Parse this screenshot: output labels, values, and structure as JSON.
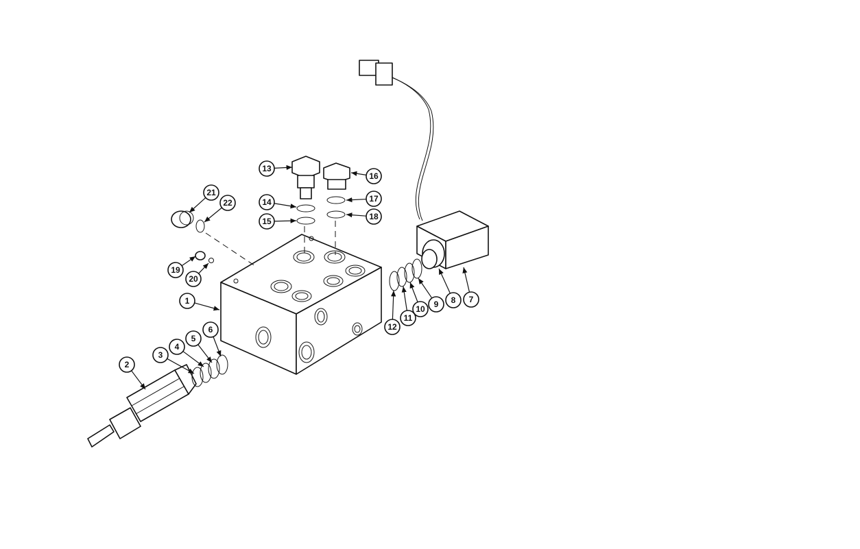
{
  "title": "Valve block assembly exploded view",
  "callouts": [
    "1",
    "2",
    "3",
    "4",
    "5",
    "6",
    "7",
    "8",
    "9",
    "10",
    "11",
    "12",
    "13",
    "14",
    "15",
    "16",
    "17",
    "18",
    "19",
    "20",
    "21",
    "22"
  ],
  "parts": {
    "1": "valve-block",
    "2": "relief-valve",
    "3": "o-ring",
    "4": "o-ring",
    "5": "o-ring",
    "6": "o-ring",
    "7": "solenoid-coil",
    "8": "solenoid-cartridge",
    "9": "o-ring",
    "10": "o-ring",
    "11": "o-ring",
    "12": "o-ring",
    "13": "check-valve-cartridge",
    "14": "o-ring",
    "15": "o-ring",
    "16": "plug",
    "17": "o-ring",
    "18": "o-ring",
    "19": "plug",
    "20": "o-ring",
    "21": "plug",
    "22": "o-ring"
  }
}
